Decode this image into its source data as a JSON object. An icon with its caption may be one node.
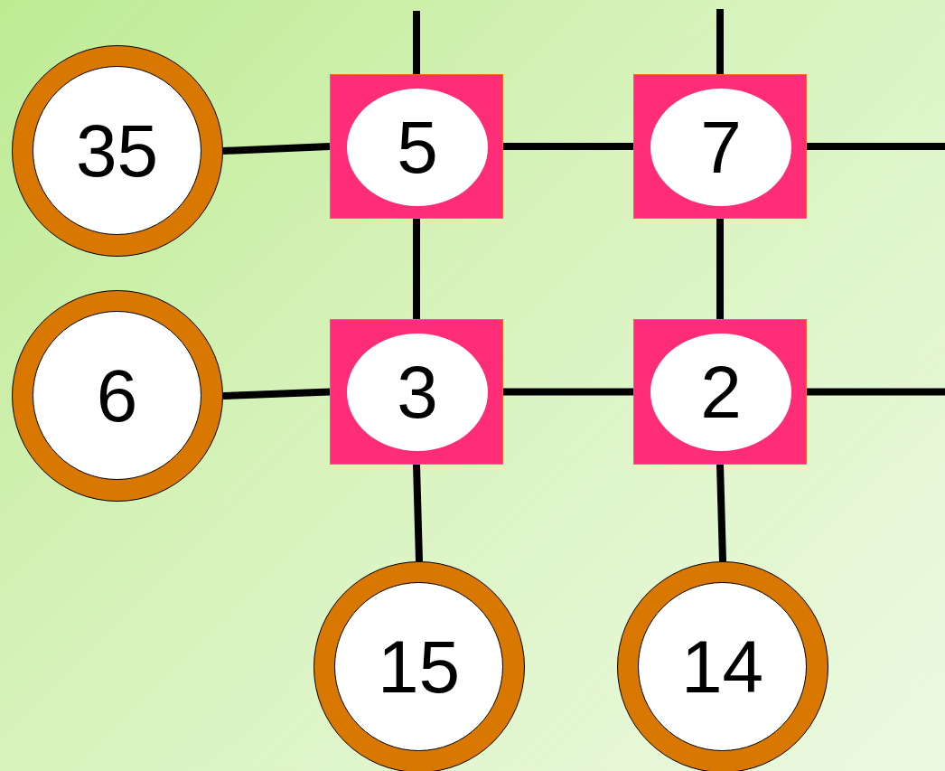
{
  "diagram": {
    "nodes": [
      {
        "text": [
          "35"
        ]
      },
      {
        "text": [
          "5"
        ]
      },
      {
        "text": [
          "7"
        ]
      },
      {
        "text": [
          "6"
        ]
      },
      {
        "text": [
          "3"
        ]
      },
      {
        "text": [
          "2"
        ]
      },
      {
        "text": [
          "15"
        ]
      },
      {
        "text": [
          "14"
        ]
      }
    ],
    "edges": [
      {
        "from": 1,
        "to": null,
        "arrow": "none"
      },
      {
        "from": 2,
        "to": null,
        "arrow": "none"
      },
      {
        "from": 0,
        "to": 1,
        "arrow": "none"
      },
      {
        "from": 1,
        "to": 2,
        "arrow": "none"
      },
      {
        "from": 2,
        "to": null,
        "arrow": "none"
      },
      {
        "from": 1,
        "to": 4,
        "arrow": "none"
      },
      {
        "from": 2,
        "to": 5,
        "arrow": "none"
      },
      {
        "from": 3,
        "to": 4,
        "arrow": "none"
      },
      {
        "from": 4,
        "to": 5,
        "arrow": "none"
      },
      {
        "from": 5,
        "to": null,
        "arrow": "none"
      },
      {
        "from": 4,
        "to": 6,
        "arrow": "none"
      },
      {
        "from": 5,
        "to": 7,
        "arrow": "none"
      }
    ]
  }
}
